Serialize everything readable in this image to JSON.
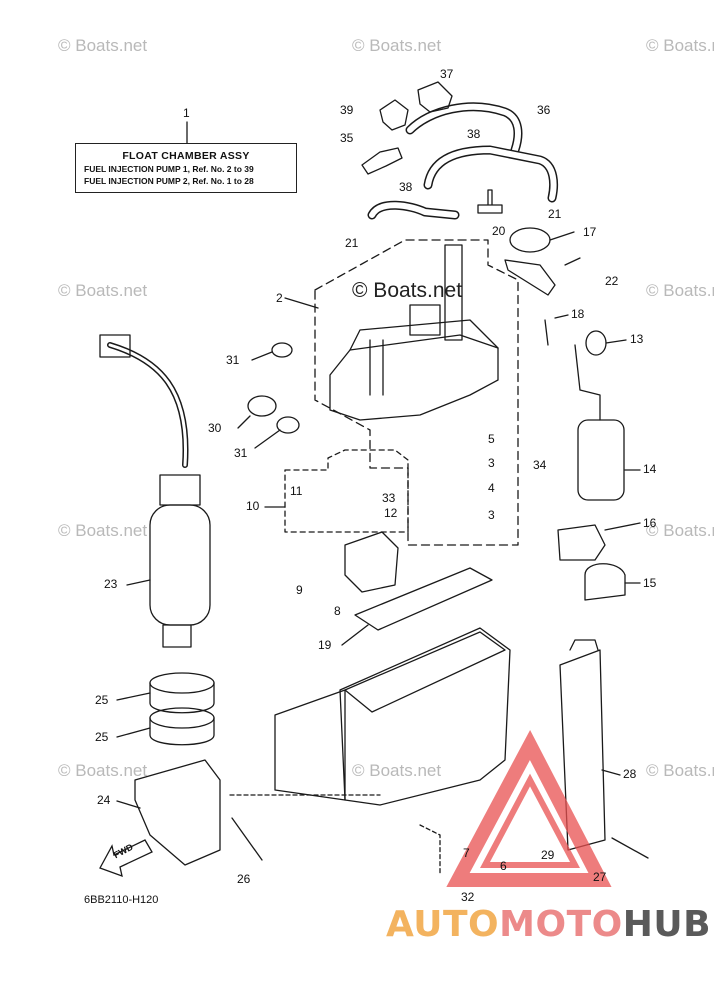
{
  "watermark": "© Boats.net",
  "legend": {
    "title": "FLOAT CHAMBER ASSY",
    "ref1": "FUEL INJECTION PUMP 1,  Ref. No. 2 to 39",
    "ref2": "FUEL INJECTION PUMP 2,  Ref. No. 1 to 28"
  },
  "part_code": "6BB2110-H120",
  "fwd_label": "FWD",
  "brand": {
    "part1": "AUTO",
    "part2": "MOTO",
    "part3": "HUB"
  },
  "callouts": [
    "1",
    "2",
    "3",
    "3",
    "4",
    "5",
    "6",
    "7",
    "8",
    "9",
    "10",
    "11",
    "12",
    "13",
    "14",
    "15",
    "16",
    "17",
    "18",
    "19",
    "20",
    "21",
    "21",
    "22",
    "23",
    "24",
    "25",
    "25",
    "26",
    "27",
    "28",
    "29",
    "30",
    "31",
    "31",
    "32",
    "33",
    "34",
    "35",
    "36",
    "37",
    "38",
    "38",
    "39"
  ],
  "colors": {
    "line": "#1a1a1a",
    "triangle": "#e85050",
    "brand_orange": "#f3b35f",
    "brand_red": "#ec8a8a",
    "brand_gray": "#5a5a5a"
  }
}
